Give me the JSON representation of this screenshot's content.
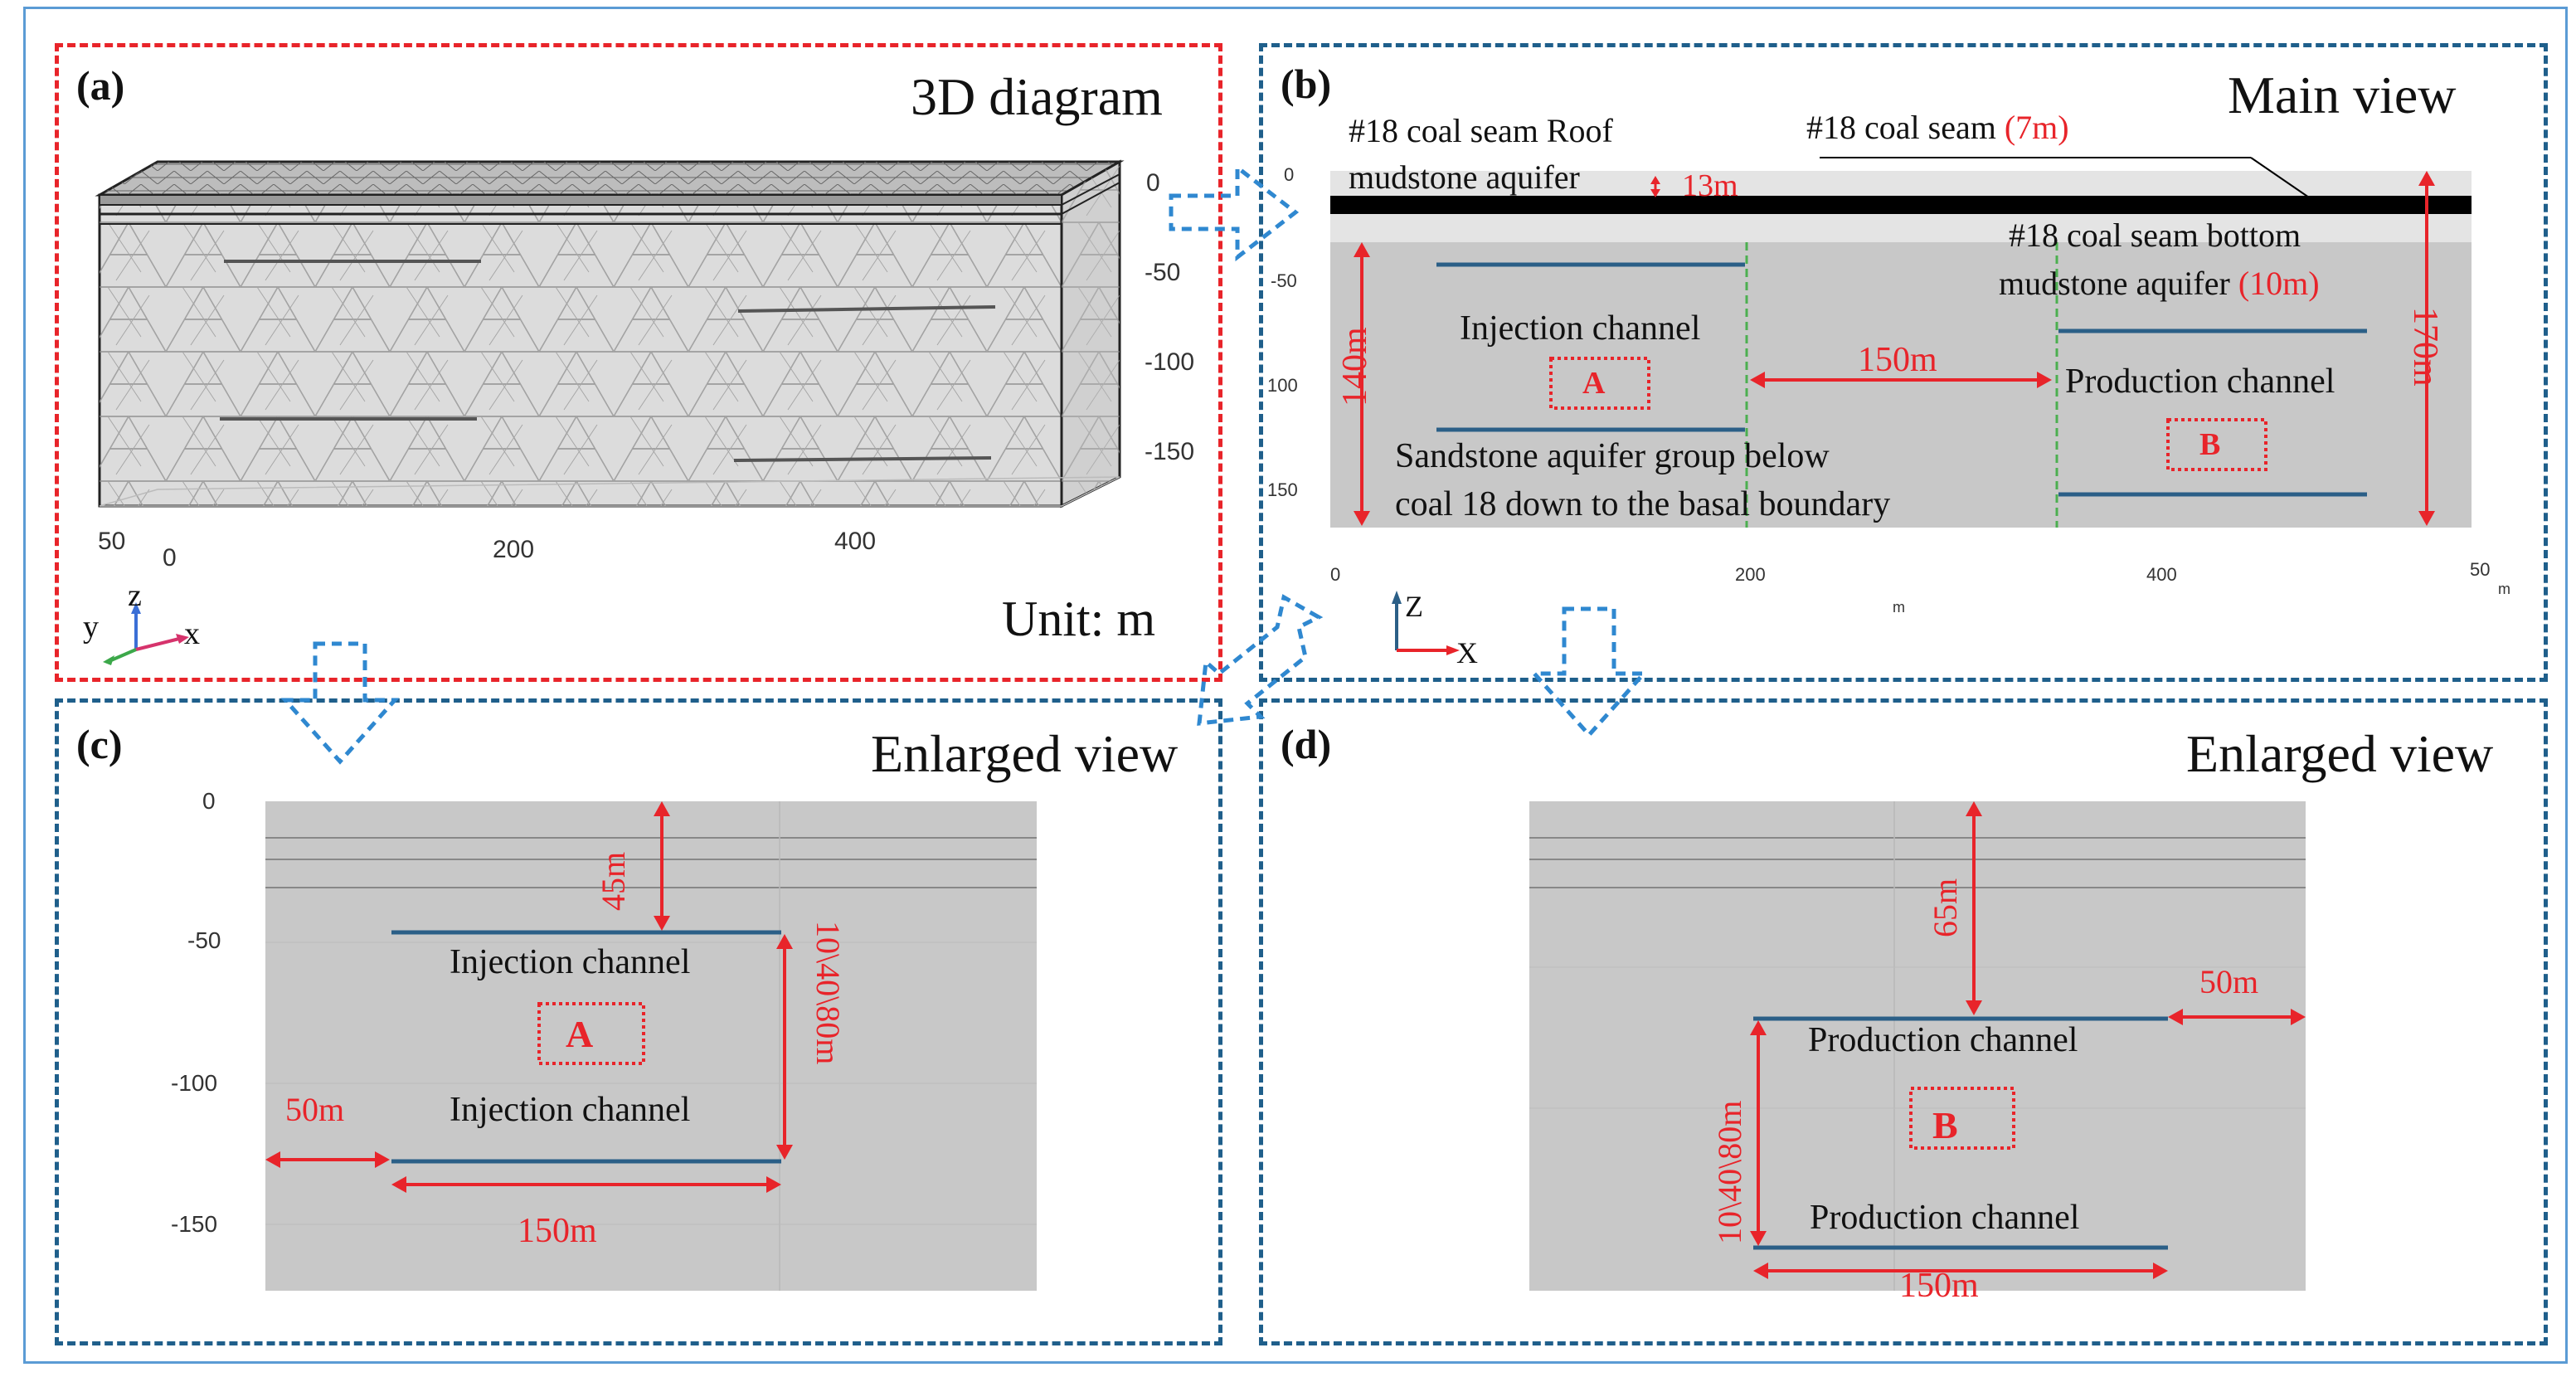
{
  "colors": {
    "frame": "#5b9bd5",
    "panel_border_blue": "#1f5f8b",
    "panel_border_red": "#e8242a",
    "annotation_red": "#e8242a",
    "channel_blue": "#2b5f87",
    "seam_black": "#000000",
    "rock_gray": "#c8c8c8",
    "boundary_green": "#4caf50"
  },
  "panel_a": {
    "label": "(a)",
    "title": "3D diagram",
    "z_ticks": [
      "0",
      "-50",
      "-100",
      "-150"
    ],
    "x_ticks": [
      "0",
      "200",
      "400"
    ],
    "y_tick": "50",
    "axes": {
      "y": "y",
      "z": "z",
      "x": "x"
    },
    "unit": "Unit: m"
  },
  "panel_b": {
    "label": "(b)",
    "title": "Main view",
    "roof_label_line1": "#18 coal seam Roof",
    "roof_label_line2": "mudstone aquifer",
    "seam_label": "#18 coal seam ",
    "seam_thickness": "(7m)",
    "roof_thickness": "13m",
    "bottom_label_line1": "#18 coal seam bottom",
    "bottom_label_line2": "mudstone aquifer ",
    "bottom_thickness": "(10m)",
    "height_left": "140m",
    "height_right": "170m",
    "spacing": "150m",
    "injection_label": "Injection channel",
    "production_label": "Production channel",
    "box_a": "A",
    "box_b": "B",
    "sandstone_line1": "Sandstone aquifer group below",
    "sandstone_line2": "coal 18 down to the basal boundary",
    "z_ticks": [
      "0",
      "-50",
      "100",
      "150"
    ],
    "x_ticks": [
      "0",
      "200",
      "400",
      "50"
    ],
    "x_unit": "m",
    "x_unit_end": "m",
    "axes": {
      "z": "Z",
      "x": "X"
    }
  },
  "panel_c": {
    "label": "(c)",
    "title": "Enlarged view",
    "y_ticks": [
      "0",
      "-50",
      "-100",
      "-150"
    ],
    "top_gap": "45m",
    "spacing": "10\\40\\80m",
    "left_gap": "50m",
    "length": "150m",
    "channel_top_label": "Injection channel",
    "channel_bottom_label": "Injection channel",
    "box": "A"
  },
  "panel_d": {
    "label": "(d)",
    "title": "Enlarged view",
    "top_gap": "65m",
    "right_gap": "50m",
    "spacing": "10\\40\\80m",
    "length": "150m",
    "channel_top_label": "Production channel",
    "channel_bottom_label": "Production channel",
    "box": "B"
  }
}
